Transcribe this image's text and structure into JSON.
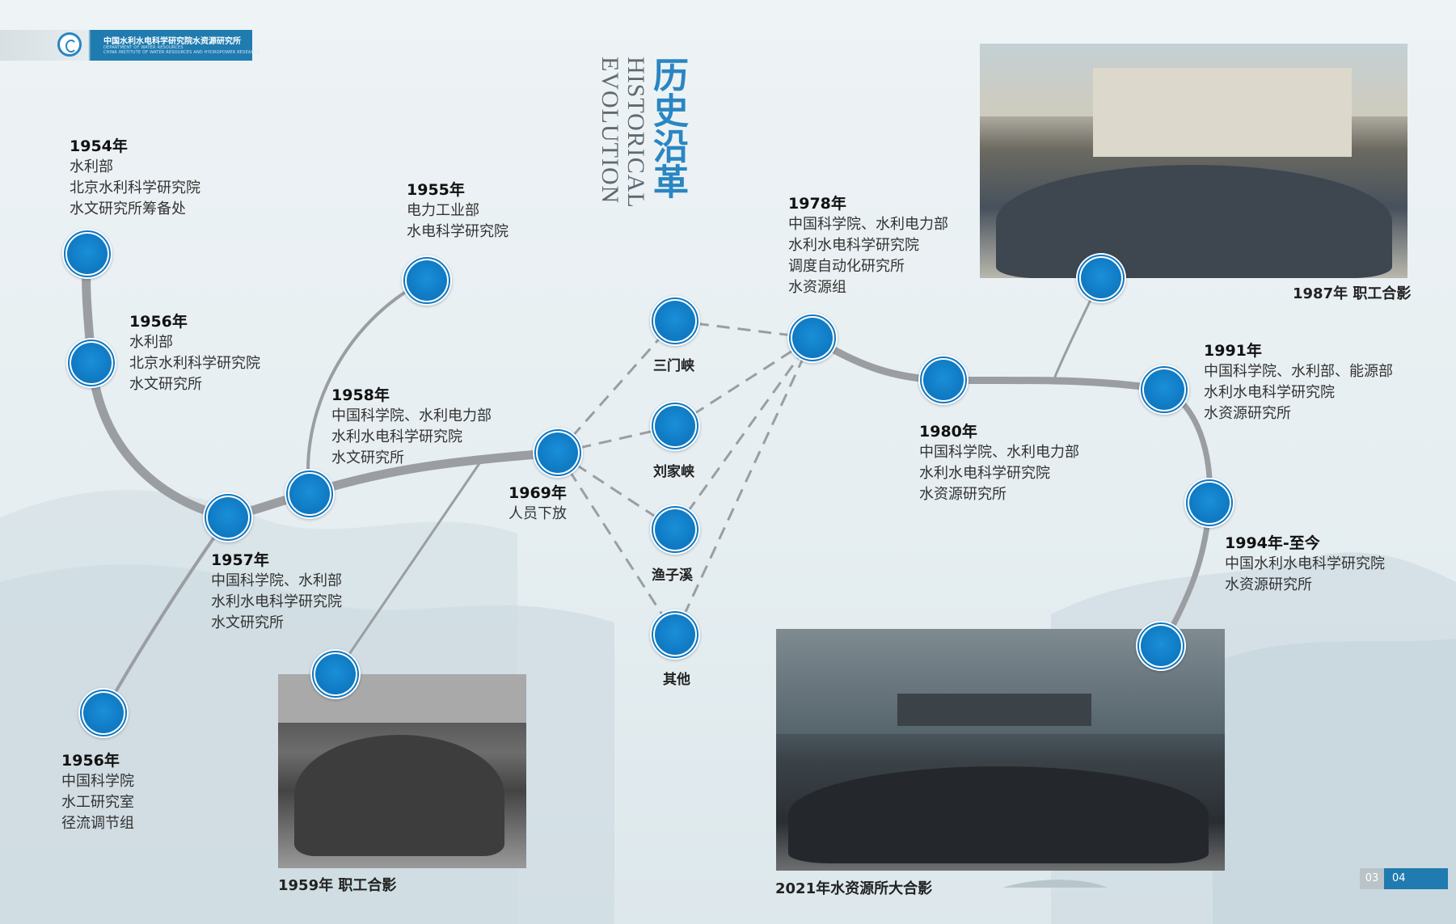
{
  "header": {
    "org_cn": "中国水利水电科学研究院水资源研究所",
    "org_en_line1": "DEPARTMENT OF WATER RESOURCES",
    "org_en_line2": "CHINA INSTITUTE OF WATER RESOURCES AND HYDROPOWER RESEARCH"
  },
  "title": {
    "cn": "历史沿革",
    "en_line1": "HISTORICAL",
    "en_line2": "EVOLUTION"
  },
  "milestones": {
    "m1954": {
      "year": "1954年",
      "lines": [
        "水利部",
        "北京水利科学研究院",
        "水文研究所筹备处"
      ]
    },
    "m1956a": {
      "year": "1956年",
      "lines": [
        "水利部",
        "北京水利科学研究院",
        "水文研究所"
      ]
    },
    "m1956b": {
      "year": "1956年",
      "lines": [
        "中国科学院",
        "水工研究室",
        "径流调节组"
      ]
    },
    "m1957": {
      "year": "1957年",
      "lines": [
        "中国科学院、水利部",
        "水利水电科学研究院",
        "水文研究所"
      ]
    },
    "m1955": {
      "year": "1955年",
      "lines": [
        "电力工业部",
        "水电科学研究院"
      ]
    },
    "m1958": {
      "year": "1958年",
      "lines": [
        "中国科学院、水利电力部",
        "水利水电科学研究院",
        "水文研究所"
      ]
    },
    "m1969": {
      "year": "1969年",
      "lines": [
        "人员下放"
      ]
    },
    "m1978": {
      "year": "1978年",
      "lines": [
        "中国科学院、水利电力部",
        "水利水电科学研究院",
        "调度自动化研究所",
        "水资源组"
      ]
    },
    "m1980": {
      "year": "1980年",
      "lines": [
        "中国科学院、水利电力部",
        "水利水电科学研究院",
        "水资源研究所"
      ]
    },
    "m1991": {
      "year": "1991年",
      "lines": [
        "中国科学院、水利部、能源部",
        "水利水电科学研究院",
        "水资源研究所"
      ]
    },
    "m1994": {
      "year": "1994年-至今",
      "lines": [
        "中国水利水电科学研究院",
        "水资源研究所"
      ]
    }
  },
  "stations": [
    "三门峡",
    "刘家峡",
    "渔子溪",
    "其他"
  ],
  "captions": {
    "c1959": "1959年 职工合影",
    "c1987": "1987年 职工合影",
    "c2021": "2021年水资源所大合影"
  },
  "pages": {
    "left": "03",
    "right": "04"
  },
  "colors": {
    "accent": "#0f78c2",
    "route": "#9a9ea2",
    "header_blue": "#1f7bb0"
  }
}
